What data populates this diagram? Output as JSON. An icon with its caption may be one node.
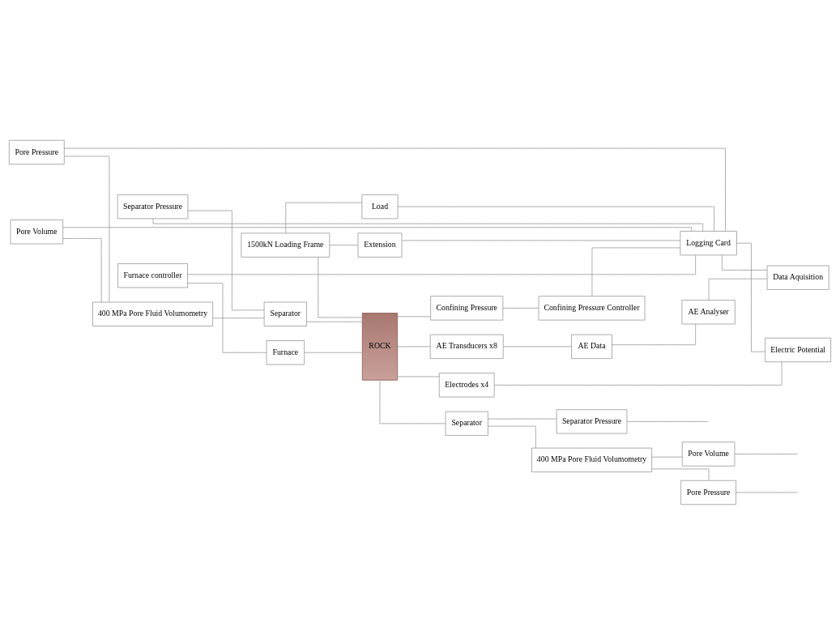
{
  "diagram": {
    "nodes": [
      {
        "text": [
          "Pore Pressure"
        ]
      },
      {
        "text": [
          "Pore Volume"
        ]
      },
      {
        "text": [
          "Separator Pressure"
        ]
      },
      {
        "text": [
          "Load"
        ]
      },
      {
        "text": [
          "Extension"
        ]
      },
      {
        "text": [
          "Logging Card"
        ]
      },
      {
        "text": [
          "1500kN Loading Frame"
        ]
      },
      {
        "text": [
          "400 MPa Pore Fluid Volumometry"
        ]
      },
      {
        "text": [
          "Separator"
        ]
      },
      {
        "text": [
          "Data Aquisition"
        ]
      },
      {
        "text": [
          "Furnace controller"
        ]
      },
      {
        "text": [
          "ROCK"
        ]
      },
      {
        "text": [
          "Electrodes x4"
        ]
      },
      {
        "text": [
          "Electric Potential"
        ]
      },
      {
        "text": [
          "Furnace"
        ]
      },
      {
        "text": [
          "AE Transducers x8"
        ]
      },
      {
        "text": [
          "AE Data"
        ]
      },
      {
        "text": [
          "Separator"
        ]
      },
      {
        "text": [
          "Separator Pressure"
        ]
      },
      {
        "text": [
          "Confining Pressure"
        ]
      },
      {
        "text": [
          "AE Analyser"
        ]
      },
      {
        "text": [
          "Confining Pressure Controller"
        ]
      },
      {
        "text": [
          "400 MPa Pore Fluid Volumometry"
        ]
      },
      {
        "text": [
          "Pore Volume"
        ]
      },
      {
        "text": [
          "Pore Pressure"
        ]
      }
    ],
    "edges": [
      {
        "from": 0,
        "to": 7,
        "arrow": "none"
      },
      {
        "from": 1,
        "to": 7,
        "arrow": "none"
      },
      {
        "from": 0,
        "to": 5,
        "arrow": "none"
      },
      {
        "from": 1,
        "to": 5,
        "arrow": "none"
      },
      {
        "from": 10,
        "to": 5,
        "arrow": "none"
      },
      {
        "from": 21,
        "to": 5,
        "arrow": "none"
      },
      {
        "from": 2,
        "to": 5,
        "arrow": "none"
      },
      {
        "from": 2,
        "to": 8,
        "arrow": "none"
      },
      {
        "from": 7,
        "to": 8,
        "arrow": "none"
      },
      {
        "from": 8,
        "to": 11,
        "arrow": "none"
      },
      {
        "from": 6,
        "to": 11,
        "arrow": "none"
      },
      {
        "from": 6,
        "to": 3,
        "arrow": "none"
      },
      {
        "from": 6,
        "to": 4,
        "arrow": "none"
      },
      {
        "from": 3,
        "to": 5,
        "arrow": "none"
      },
      {
        "from": 4,
        "to": 5,
        "arrow": "none"
      },
      {
        "from": 5,
        "to": 13,
        "arrow": "none"
      },
      {
        "from": 5,
        "to": 9,
        "arrow": "none"
      },
      {
        "from": 10,
        "to": 14,
        "arrow": "none"
      },
      {
        "from": 14,
        "to": 11,
        "arrow": "none"
      },
      {
        "from": 11,
        "to": 19,
        "arrow": "none"
      },
      {
        "from": 19,
        "to": 21,
        "arrow": "none"
      },
      {
        "from": 11,
        "to": 12,
        "arrow": "none"
      },
      {
        "from": 11,
        "to": 15,
        "arrow": "none"
      },
      {
        "from": 12,
        "to": 13,
        "arrow": "none"
      },
      {
        "from": 15,
        "to": 16,
        "arrow": "none"
      },
      {
        "from": 16,
        "to": 20,
        "arrow": "none"
      },
      {
        "from": 20,
        "to": 9,
        "arrow": "none"
      },
      {
        "from": 11,
        "to": 17,
        "arrow": "none"
      },
      {
        "from": 17,
        "to": 18,
        "arrow": "none"
      },
      {
        "from": 17,
        "to": 22,
        "arrow": "none"
      },
      {
        "from": 22,
        "to": 23,
        "arrow": "none"
      },
      {
        "from": 22,
        "to": 24,
        "arrow": "none"
      },
      {
        "from": 18,
        "to": null,
        "arrow": "none"
      },
      {
        "from": 23,
        "to": null,
        "arrow": "none"
      },
      {
        "from": 24,
        "to": null,
        "arrow": "none"
      }
    ]
  }
}
